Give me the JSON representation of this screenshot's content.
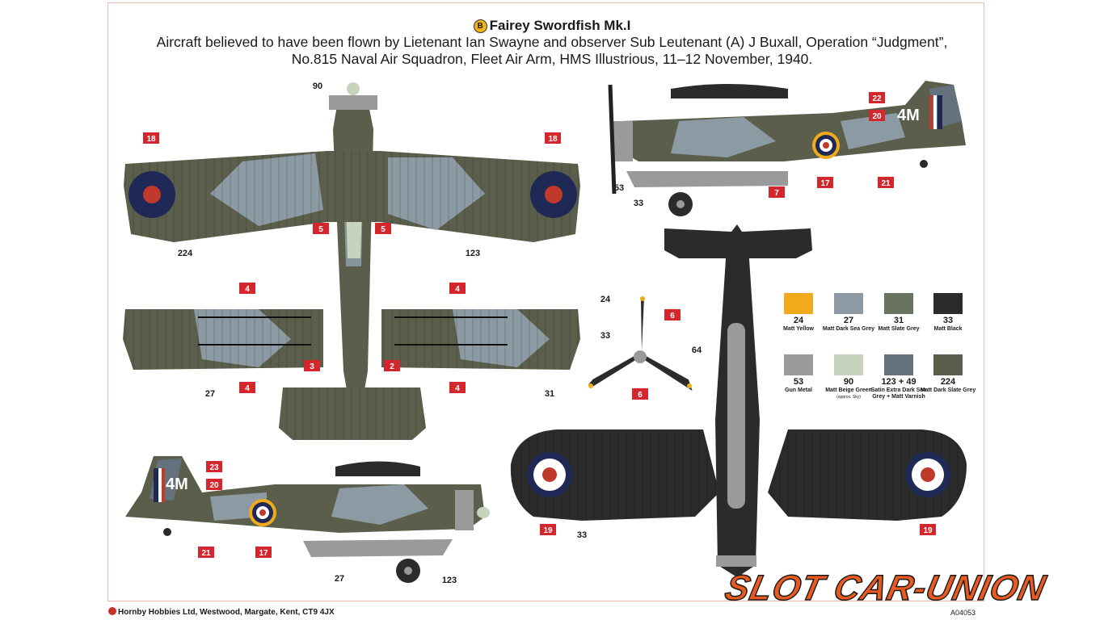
{
  "header": {
    "badge": "B",
    "title": "Fairey Swordfish Mk.I",
    "line1": "Aircraft believed to have been flown by Lietenant Ian Swayne and observer Sub Leutenant (A) J Buxall, Operation “Judgment”,",
    "line2": "No.815 Naval Air Squadron, Fleet Air Arm, HMS Illustrious, 11–12 November, 1940."
  },
  "markings": {
    "code": "4M",
    "callouts": [
      "18",
      "18",
      "5",
      "5",
      "4",
      "4",
      "3",
      "2",
      "4",
      "4",
      "22",
      "20",
      "17",
      "21",
      "7",
      "6",
      "6",
      "23",
      "20",
      "21",
      "17",
      "19",
      "19"
    ],
    "numbers": [
      "90",
      "224",
      "123",
      "27",
      "31",
      "53",
      "33",
      "24",
      "33",
      "64",
      "33",
      "27",
      "123"
    ]
  },
  "colours": [
    {
      "num": "24",
      "name": "Matt Yellow",
      "hex": "#f0ab1c"
    },
    {
      "num": "27",
      "name": "Matt Dark Sea Grey",
      "hex": "#8c9aa3"
    },
    {
      "num": "31",
      "name": "Matt Slate Grey",
      "hex": "#6a7260"
    },
    {
      "num": "33",
      "name": "Matt Black",
      "hex": "#2b2b2b"
    },
    {
      "num": "53",
      "name": "Gun Metal",
      "hex": "#9a9a9a"
    },
    {
      "num": "90",
      "name": "Matt Beige Green",
      "note": "(approx. Sky)",
      "hex": "#c6d3bd"
    },
    {
      "num": "123 + 49",
      "name": "Satin Extra Dark Sea Grey + Matt Varnish",
      "hex": "#65727d"
    },
    {
      "num": "224",
      "name": "Matt Dark Slate Grey",
      "hex": "#5a5e4a"
    }
  ],
  "footer": {
    "company": "Hornby Hobbies Ltd, Westwood, Margate, Kent, CT9 4JX",
    "code": "A04053"
  },
  "watermark": {
    "text": "SLOT CAR-UNION"
  }
}
